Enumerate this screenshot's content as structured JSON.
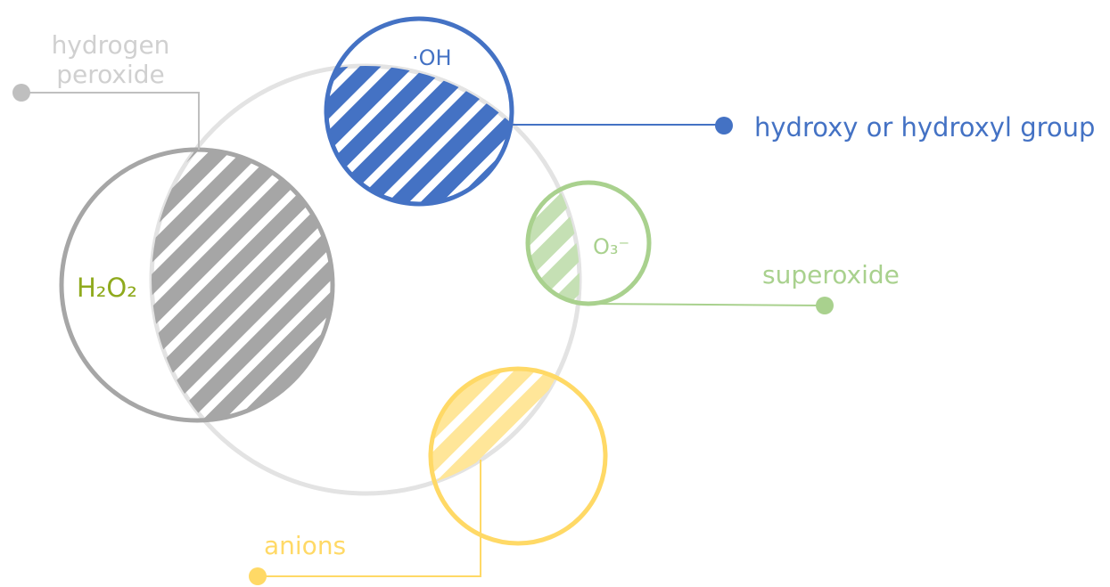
{
  "nodes": {
    "hydrogen_peroxide": {
      "symbol": "H₂O₂",
      "label_line1": "hydrogen",
      "label_line2": "peroxide",
      "color": "#a6a6a6",
      "symbol_color": "#8faa1d"
    },
    "hydroxyl": {
      "symbol": "·OH",
      "label": "hydroxy or hydroxyl group",
      "color": "#4472c4"
    },
    "superoxide": {
      "symbol": "O₃⁻",
      "label": "superoxide",
      "color": "#a9d18e"
    },
    "anions": {
      "label": "anions",
      "color": "#ffd966"
    }
  },
  "central_circle_color": "#e3e3e3"
}
